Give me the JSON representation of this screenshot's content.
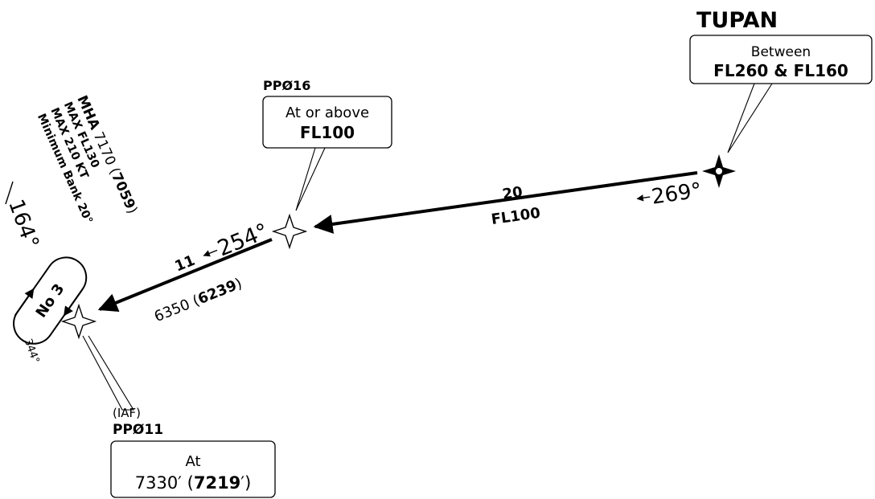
{
  "fixes": {
    "tupan": {
      "name": "TUPAN",
      "constraint_line1": "Between",
      "constraint_line2": "FL260 & FL160"
    },
    "pp016": {
      "name": "PPØ16",
      "constraint_line1": "At or above",
      "constraint_line2": "FL100"
    },
    "pp011": {
      "role": "(IAF)",
      "name": "PPØ11",
      "constraint_line1": "At",
      "constraint_alt": "7330′",
      "constraint_alt_bold": "7219",
      "open_paren": "(",
      "close_paren": "′)"
    }
  },
  "segments": {
    "tupan_pp016": {
      "distance": "20",
      "altitude": "FL100",
      "course": "269°"
    },
    "pp016_pp011": {
      "distance": "11",
      "course": "254°",
      "mea": "6350",
      "mea_bold": "6239",
      "open_paren": "(",
      "close_paren": ")"
    }
  },
  "holding": {
    "label": "No 3",
    "inbound_course": "164°",
    "outbound_course": "344°",
    "mha_label": "MHA",
    "mha_value": "7170",
    "mha_bold": "7059",
    "open_paren": "(",
    "close_paren": ")",
    "max_fl": "MAX FL130",
    "max_speed": "MAX 210 KT",
    "min_bank": "Minimum Bank 20°"
  },
  "colors": {
    "ink": "#000000",
    "background": "#ffffff"
  }
}
